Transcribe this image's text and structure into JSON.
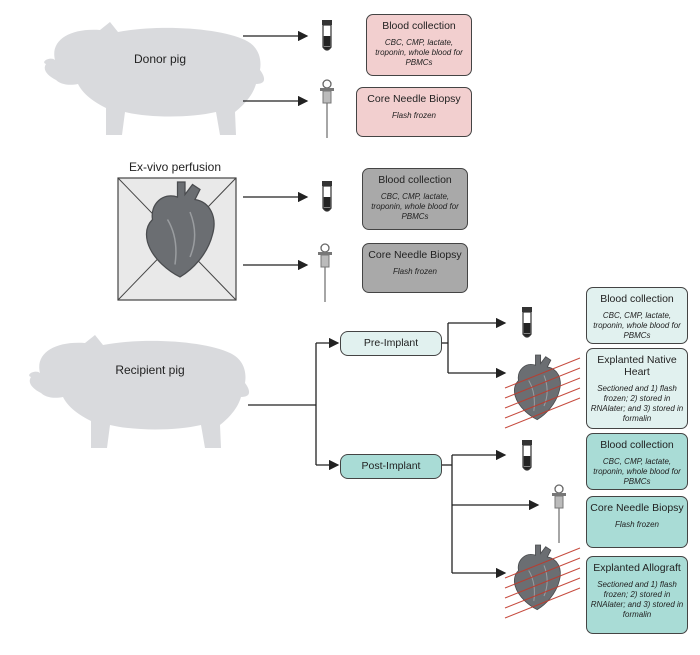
{
  "subjects": {
    "donor": "Donor pig",
    "exvivo": "Ex-vivo perfusion",
    "recipient": "Recipient pig"
  },
  "phases": {
    "pre": "Pre-Implant",
    "post": "Post-Implant"
  },
  "boxes": {
    "donor_blood": {
      "title": "Blood collection",
      "sub": "CBC, CMP, lactate, troponin, whole blood for PBMCs"
    },
    "donor_biopsy": {
      "title": "Core Needle Biopsy",
      "sub": "Flash frozen"
    },
    "exvivo_blood": {
      "title": "Blood collection",
      "sub": "CBC, CMP, lactate, troponin, whole blood for PBMCs"
    },
    "exvivo_biopsy": {
      "title": "Core Needle Biopsy",
      "sub": "Flash frozen"
    },
    "pre_blood": {
      "title": "Blood collection",
      "sub": "CBC, CMP, lactate, troponin, whole blood for PBMCs"
    },
    "pre_heart": {
      "title": "Explanted Native Heart",
      "sub": "Sectioned and 1) flash frozen; 2) stored in RNAlater; and 3) stored in formalin"
    },
    "post_blood": {
      "title": "Blood collection",
      "sub": "CBC, CMP, lactate, troponin, whole blood for PBMCs"
    },
    "post_biopsy": {
      "title": "Core Needle Biopsy",
      "sub": "Flash frozen"
    },
    "post_allograft": {
      "title": "Explanted Allograft",
      "sub": "Sectioned and 1) flash frozen; 2) stored in RNAlater; and 3) stored in formalin"
    }
  },
  "colors": {
    "pig": "#d9dadd",
    "donor_box": "#f2cfcf",
    "exvivo_box": "#a9a9a9",
    "pre_box": "#e1f1ef",
    "post_box": "#a9dcd6"
  }
}
